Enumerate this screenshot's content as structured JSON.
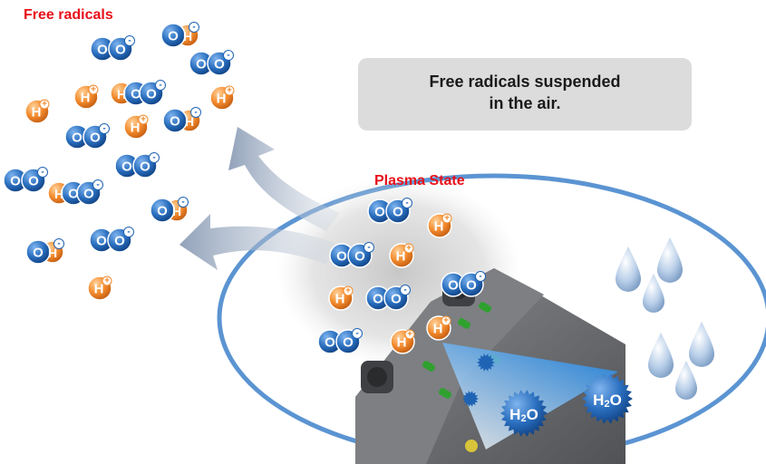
{
  "title": "Free radicals",
  "caption_lines": [
    "Free radicals suspended",
    "in the air."
  ],
  "plasma_label": "Plasma State",
  "molecules": {
    "o2": "O O",
    "oh": "OH",
    "hplus": "H",
    "hoo": "HOO",
    "h2o": "H2O",
    "charge_minus": "-",
    "charge_plus": "+"
  },
  "colors": {
    "title_red": "#e8101a",
    "oxygen_blue": "#1f63b4",
    "hydrogen_orange": "#f08a2a",
    "ellipse_blue": "#5b94d2",
    "arrow_gray": "#8c9db6",
    "device_gray": "#6c6e71",
    "indicator_green": "#2fa12f",
    "water_drop": "#a9c3e3"
  },
  "icons": [
    "water-drop-icon",
    "plasma-device-icon",
    "flow-arrow-icon"
  ]
}
